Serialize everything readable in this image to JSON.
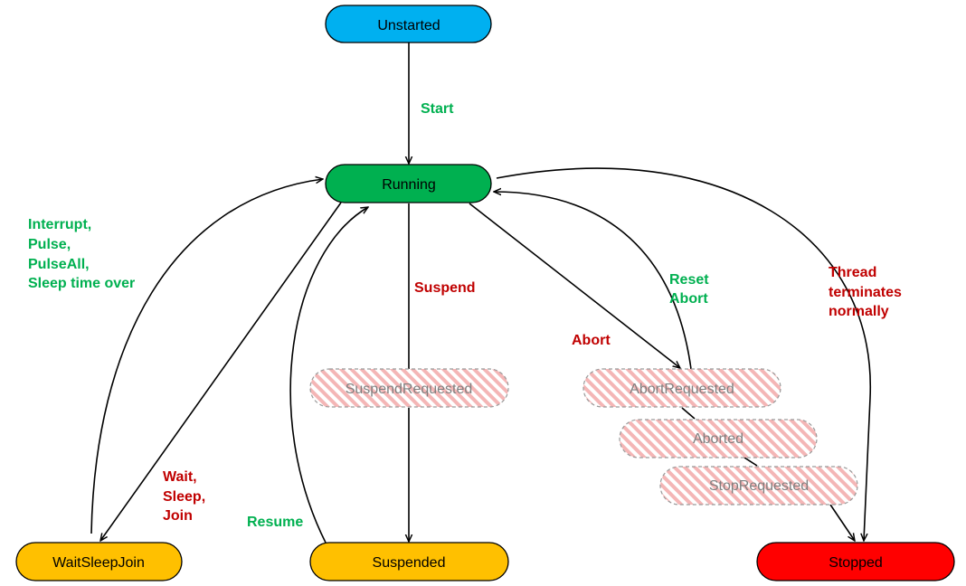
{
  "colors": {
    "unstarted": "#00B0F0",
    "running": "#00B050",
    "waiting": "#FFC000",
    "stopped": "#FF0000",
    "green_text": "#00B050",
    "red_text": "#C00000",
    "hatch": "#F4B6B6",
    "ghost_text": "#7F7F7F"
  },
  "states": {
    "unstarted": "Unstarted",
    "running": "Running",
    "suspend_requested": "SuspendRequested",
    "abort_requested": "AbortRequested",
    "aborted": "Aborted",
    "stop_requested": "StopRequested",
    "wait_sleep_join": "WaitSleepJoin",
    "suspended": "Suspended",
    "stopped": "Stopped"
  },
  "transitions": {
    "start": [
      "Start"
    ],
    "interrupt": [
      "Interrupt,",
      "Pulse,",
      "PulseAll,",
      "Sleep time over"
    ],
    "wait": [
      "Wait,",
      "Sleep,",
      "Join"
    ],
    "suspend": [
      "Suspend"
    ],
    "resume": [
      "Resume"
    ],
    "abort": [
      "Abort"
    ],
    "reset_abort": [
      "Reset",
      "Abort"
    ],
    "thread_terminates": [
      "Thread",
      "terminates",
      "normally"
    ]
  }
}
